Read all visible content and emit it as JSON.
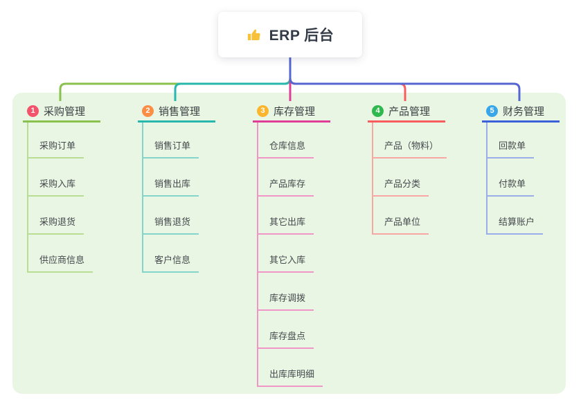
{
  "root": {
    "title": "ERP 后台",
    "icon": "thumbs-up-icon"
  },
  "colors": {
    "canvas_bg": "#ffffff",
    "panel_bg": "#e9f6e4",
    "root_card_bg": "#ffffff",
    "root_text": "#333b47",
    "root_connector": "#5565d2",
    "branch_title_text": "#3b4043",
    "child_text": "#45494d"
  },
  "branches": [
    {
      "index": "1",
      "label": "采购管理",
      "badge_color": "#f4536b",
      "line_color": "#88c14c",
      "child_line_color": "#b9dd92",
      "children": [
        "采购订单",
        "采购入库",
        "采购退货",
        "供应商信息"
      ]
    },
    {
      "index": "2",
      "label": "销售管理",
      "badge_color": "#fb8d44",
      "line_color": "#27b7ac",
      "child_line_color": "#83d4cb",
      "children": [
        "销售订单",
        "销售出库",
        "销售退货",
        "客户信息"
      ]
    },
    {
      "index": "3",
      "label": "库存管理",
      "badge_color": "#fcb62d",
      "line_color": "#df3d96",
      "child_line_color": "#f096c6",
      "children": [
        "仓库信息",
        "产品库存",
        "其它出库",
        "其它入库",
        "库存调拨",
        "库存盘点",
        "出库库明细"
      ]
    },
    {
      "index": "4",
      "label": "产品管理",
      "badge_color": "#2eb84e",
      "line_color": "#f95c5c",
      "child_line_color": "#f7a6a4",
      "children": [
        "产品（物料）",
        "产品分类",
        "产品单位"
      ]
    },
    {
      "index": "5",
      "label": "财务管理",
      "badge_color": "#38a6e8",
      "line_color": "#3c60d8",
      "connector_color": "#5565d2",
      "child_line_color": "#9aace9",
      "children": [
        "回款单",
        "付款单",
        "结算账户"
      ]
    }
  ]
}
